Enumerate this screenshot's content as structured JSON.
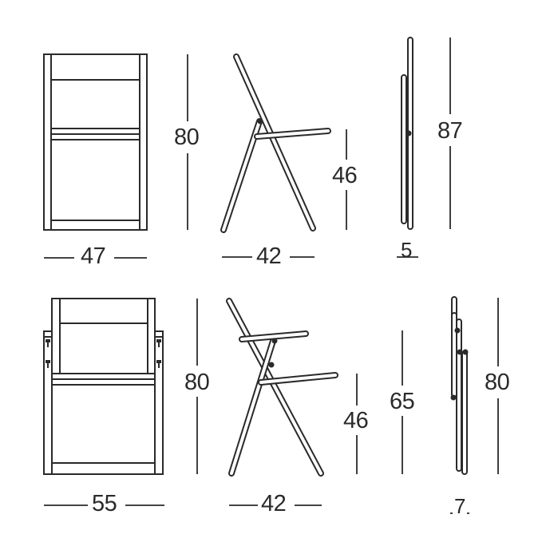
{
  "diagram": {
    "subject": "Folding chair dimension drawings",
    "line_color": "#2a2a2a",
    "background": "#ffffff",
    "rows": [
      {
        "name": "chair-without-armrests",
        "views": [
          {
            "view": "front",
            "width_label": "47",
            "height_label": "80"
          },
          {
            "view": "side",
            "width_label": "42",
            "seat_height_label": "46"
          },
          {
            "view": "folded",
            "depth_label": "5",
            "height_label": "87"
          }
        ]
      },
      {
        "name": "chair-with-armrests",
        "views": [
          {
            "view": "front",
            "width_label": "55",
            "height_label": "80"
          },
          {
            "view": "side",
            "width_label": "42",
            "seat_height_label": "46"
          },
          {
            "view": "folded",
            "depth_label": "7",
            "arm_height_label": "65",
            "height_label": "80"
          }
        ]
      }
    ]
  }
}
